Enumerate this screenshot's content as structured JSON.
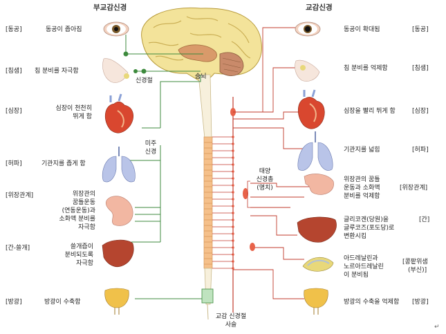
{
  "headers": {
    "left": "부교감신경",
    "right": "교감신경"
  },
  "left": {
    "eye": {
      "tag": "[동공]",
      "text": "동공이 좁아짐"
    },
    "saliva": {
      "tag": "[침샘]",
      "text": "침 분비를 자극함"
    },
    "heart": {
      "tag": "[심장]",
      "text1": "심장이 천천히",
      "text2": "뛰게 함"
    },
    "lung": {
      "tag": "[허파]",
      "text": "기관지를 좁게 함"
    },
    "stomach": {
      "tag": "[위장관계]",
      "lines": [
        "위장관의",
        "꿈틀운동",
        "(연동운동)과",
        "소화액 분비를",
        "자극함"
      ]
    },
    "liver": {
      "tag": "[간-쓸개]",
      "lines": [
        "쓸개즙이",
        "분비되도록",
        "자극함"
      ]
    },
    "bladder": {
      "tag": "[방광]",
      "text": "방광이 수축함"
    }
  },
  "right": {
    "eye": {
      "tag": "[동공]",
      "text": "동공이 확대됨"
    },
    "saliva": {
      "tag": "[침샘]",
      "text": "침 분비를 억제함"
    },
    "heart": {
      "tag": "[심장]",
      "text": "심장을 빨리 뛰게 함"
    },
    "lung": {
      "tag": "[허파]",
      "text": "기관지를 넓힘"
    },
    "stomach": {
      "tag": "[위장관계]",
      "lines": [
        "위장관의 꿈틀",
        "운동과 소화액",
        "분비를 억제함"
      ]
    },
    "liver": {
      "tag": "[간]",
      "lines": [
        "글리코겐(당원)을",
        "글루코즈(포도당)로",
        "변환시킴"
      ]
    },
    "adrenal": {
      "tag1": "[콩팥위샘",
      "tag2": "(부신)]",
      "lines": [
        "아드레날린과",
        "노르아드레날린",
        "이 분비됨"
      ]
    },
    "bladder": {
      "tag": "[방광]",
      "text": "방광의 수축을 억제함"
    }
  },
  "center": {
    "nerve_ganglion": "신경절",
    "medulla": "숨뇌",
    "vagus1": "미주",
    "vagus2": "신경",
    "solar1": "태양",
    "solar2": "신경총",
    "solar3": "(명치)",
    "chain1": "교감 신경절",
    "chain2": "사슬"
  },
  "mark": "↵",
  "colors": {
    "nerve": "#3d8a3d",
    "sympathetic": "#c0392b",
    "spine": "#f5c08a",
    "brain": "#f3e39a"
  }
}
